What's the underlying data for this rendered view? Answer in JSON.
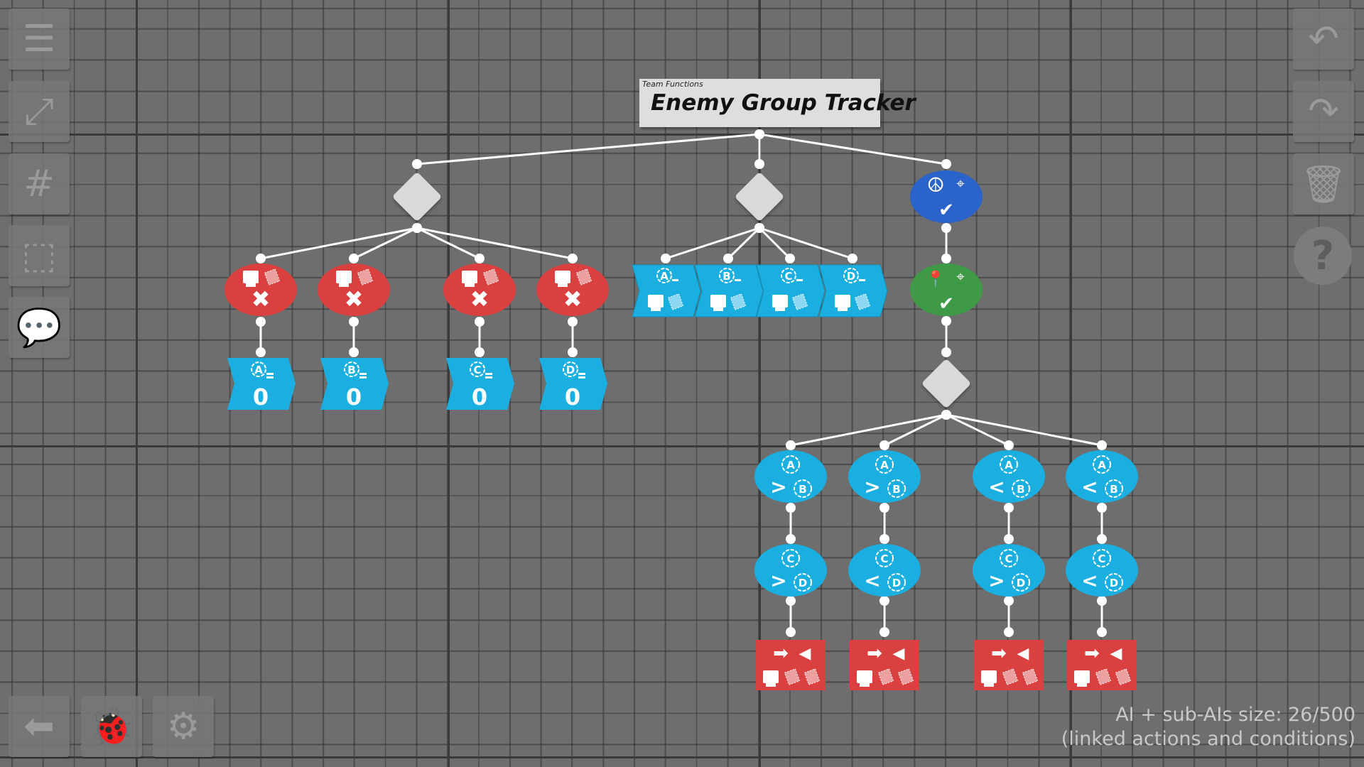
{
  "title": {
    "category": "Team Functions",
    "name": "Enemy Group Tracker"
  },
  "status": {
    "line1": "AI + sub-AIs size: 26/500",
    "line2": "(linked actions and conditions)"
  },
  "left_toolbar": [
    {
      "icon": "menu-icon",
      "glyph": "☰"
    },
    {
      "icon": "fit-view-icon",
      "glyph": "⤢"
    },
    {
      "icon": "grid-icon",
      "glyph": "#"
    },
    {
      "icon": "select-area-icon",
      "glyph": "⬚"
    },
    {
      "icon": "comment-icon",
      "glyph": "💬"
    }
  ],
  "bottom_toolbar": [
    {
      "icon": "back-arrow-icon",
      "glyph": "⬅"
    },
    {
      "icon": "debug-bug-icon",
      "glyph": "🐞"
    },
    {
      "icon": "settings-gear-icon",
      "glyph": "⚙"
    }
  ],
  "right_toolbar": [
    {
      "icon": "undo-icon",
      "glyph": "↶"
    },
    {
      "icon": "redo-icon",
      "glyph": "↷"
    },
    {
      "icon": "trash-icon",
      "glyph": "🗑"
    }
  ],
  "help": {
    "glyph": "?"
  },
  "groups": [
    "A",
    "B",
    "C",
    "D"
  ],
  "reset_values": [
    "0",
    "0",
    "0",
    "0"
  ],
  "comparisons": [
    {
      "first": [
        "A",
        ">",
        "B"
      ],
      "second": [
        "C",
        ">",
        "D"
      ]
    },
    {
      "first": [
        "A",
        ">",
        "B"
      ],
      "second": [
        "C",
        "<",
        "D"
      ]
    },
    {
      "first": [
        "A",
        "<",
        "B"
      ],
      "second": [
        "C",
        ">",
        "D"
      ]
    },
    {
      "first": [
        "A",
        "<",
        "B"
      ],
      "second": [
        "C",
        "<",
        "D"
      ]
    }
  ],
  "colors": {
    "red": "#d9403f",
    "blue": "#1aafe0",
    "darkblue": "#2a63c9",
    "green": "#3f9a47",
    "diamond": "#d9d9d9"
  }
}
